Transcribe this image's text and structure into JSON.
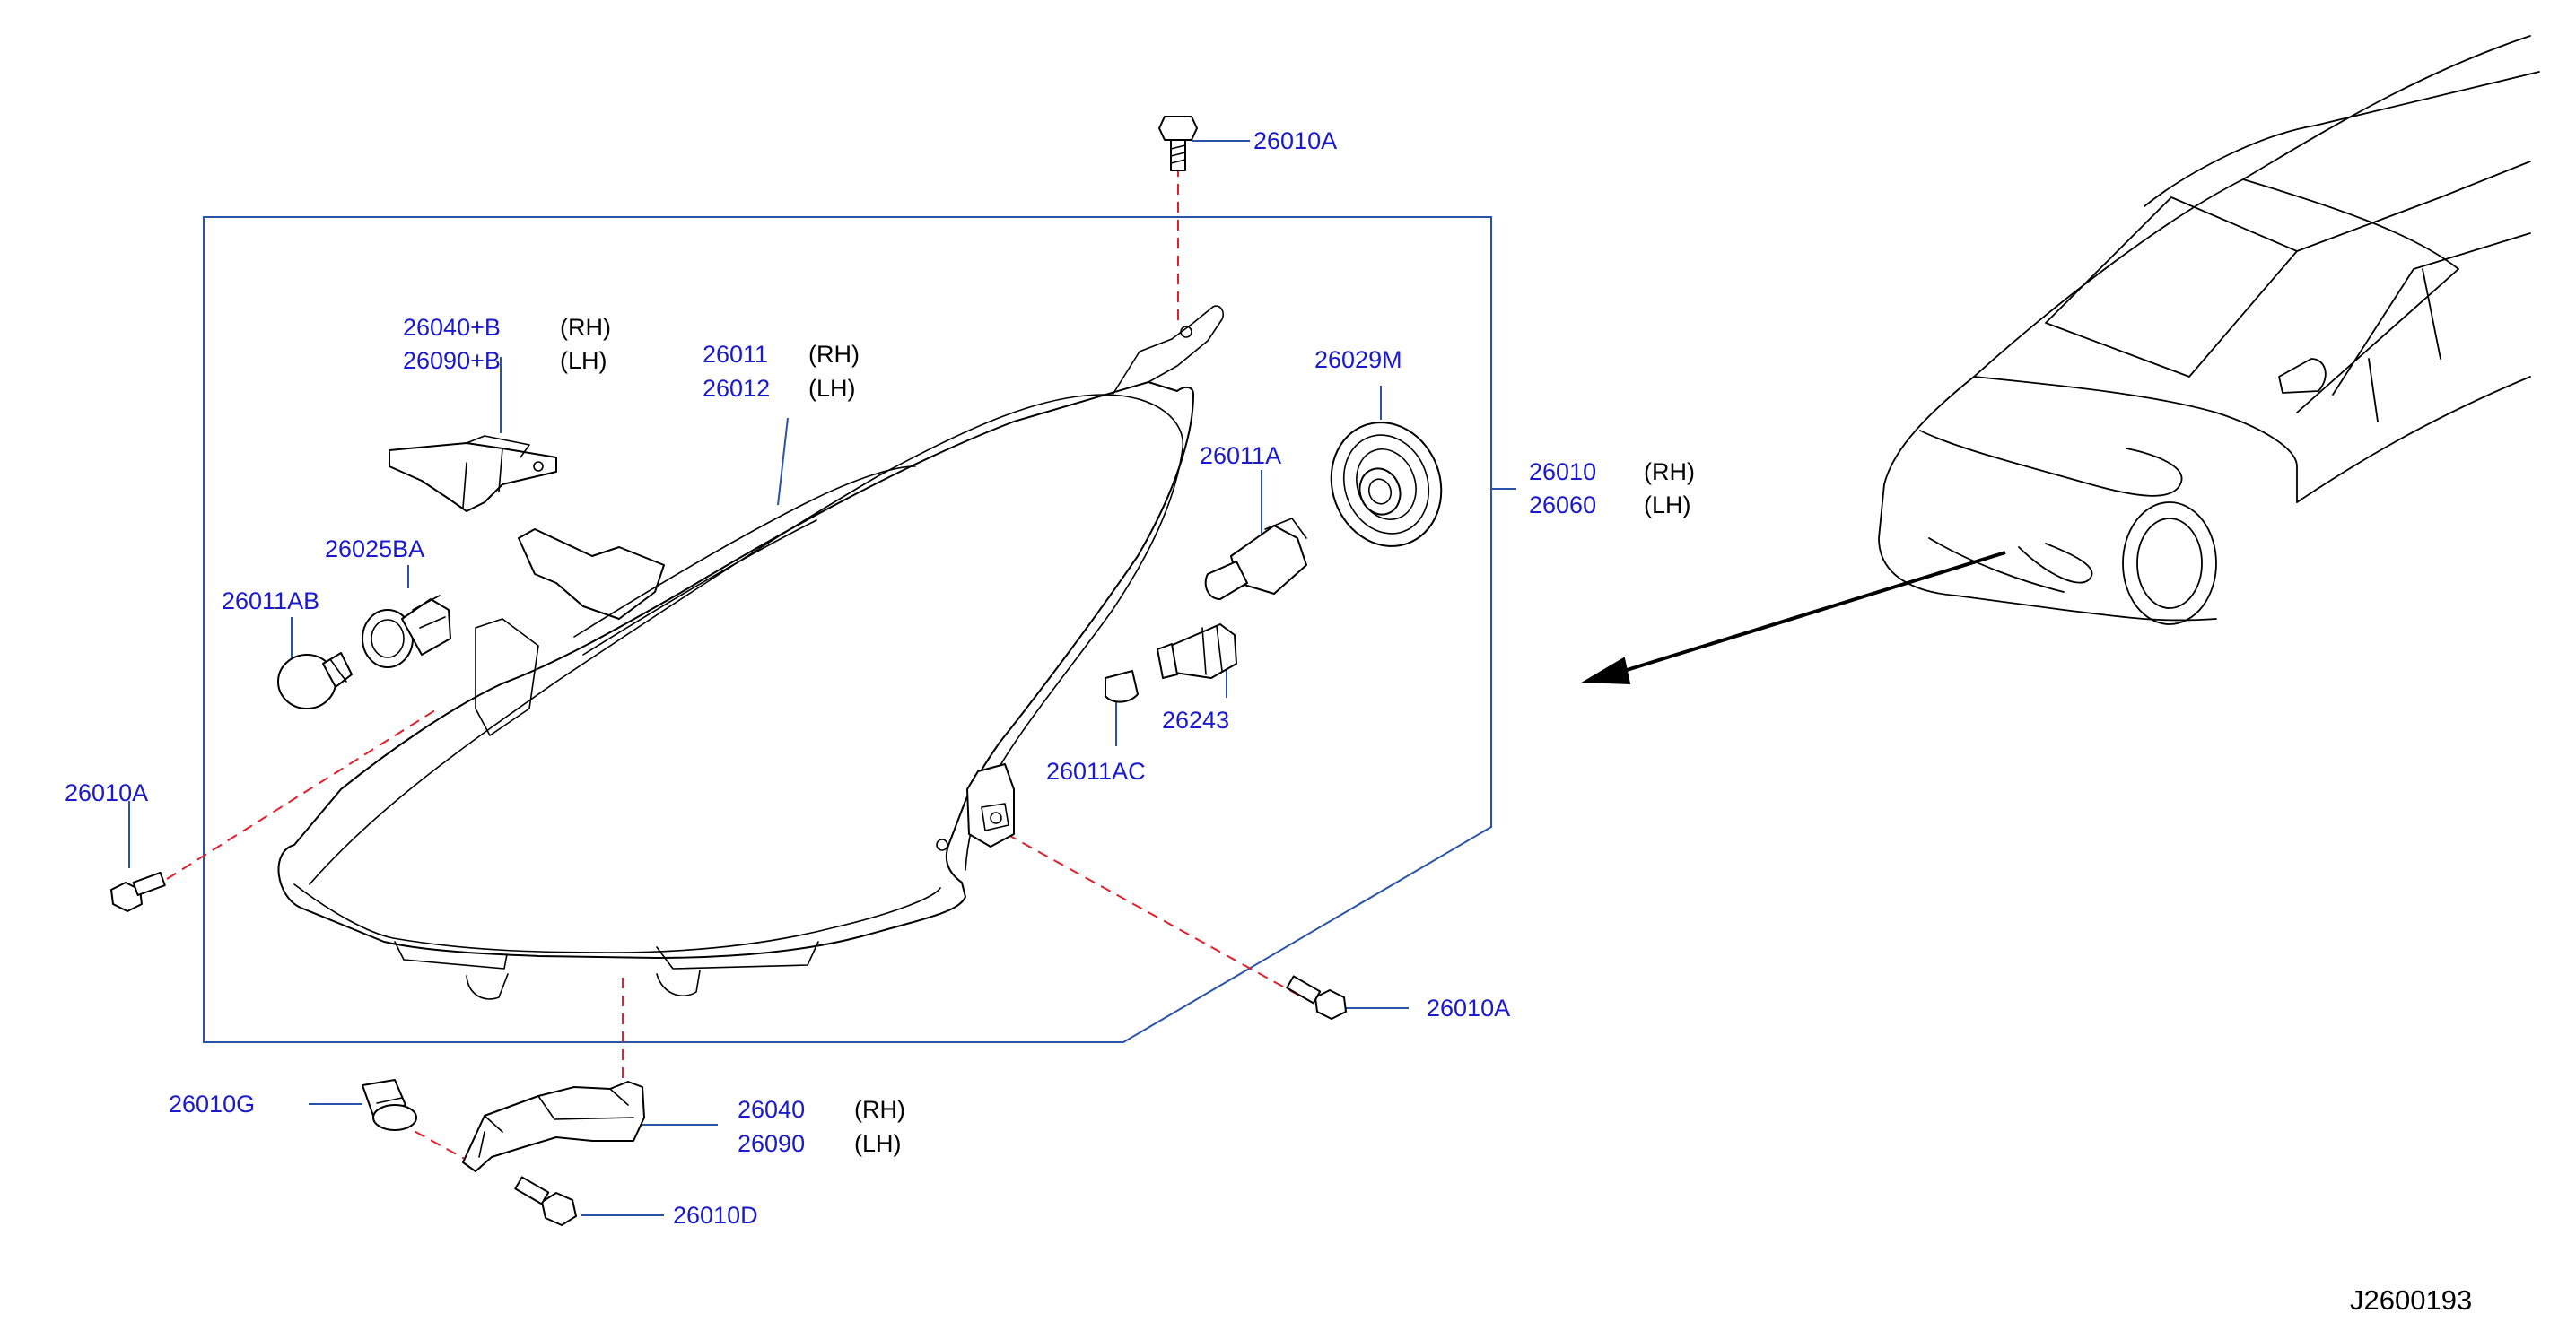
{
  "labels": {
    "bolt_top": "26010A",
    "bracket_upper_rh": "26040+B",
    "bracket_upper_lh": "26090+B",
    "housing_rh": "26011",
    "housing_lh": "26012",
    "cap": "26029M",
    "assembly_rh": "26010",
    "assembly_lh": "26060",
    "bulb_main": "26011A",
    "socket_ba": "26025BA",
    "bulb_ab": "26011AB",
    "socket_small": "26243",
    "bulb_ac": "26011AC",
    "bolt_left": "26010A",
    "bolt_lower_right": "26010A",
    "clip": "26010G",
    "bracket_lower_rh": "26040",
    "bracket_lower_lh": "26090",
    "screw": "26010D",
    "diagram_code": "J2600193"
  },
  "side": {
    "rh": "(RH)",
    "lh": "(LH)"
  }
}
